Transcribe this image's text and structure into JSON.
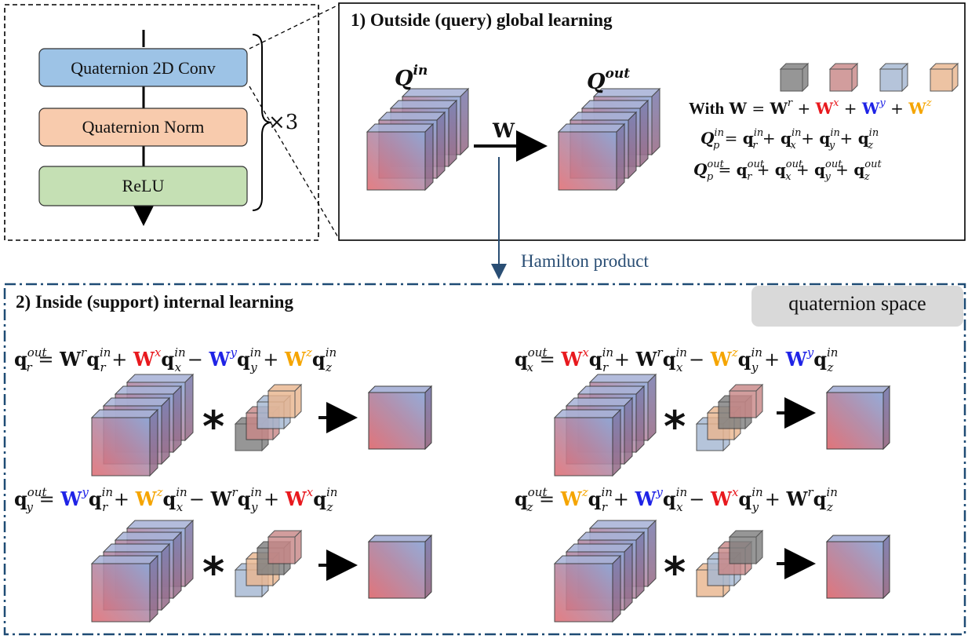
{
  "block": {
    "layers": [
      "Quaternion 2D Conv",
      "Quaternion Norm",
      "ReLU"
    ],
    "repeat_label": "×3"
  },
  "outside": {
    "title": "1) Outside (query) global learning",
    "q_in": "Q",
    "q_in_sup": "in",
    "q_out": "Q",
    "q_out_sup": "out",
    "weight_label": "W",
    "with_label": "With",
    "W_symbol": "W",
    "weight_parts": [
      {
        "sup": "r",
        "color": "#111111"
      },
      {
        "sup": "x",
        "color": "#e8191e"
      },
      {
        "sup": "y",
        "color": "#1f23e6"
      },
      {
        "sup": "z",
        "color": "#f5a500"
      }
    ],
    "legend_cube_colors": [
      "#808080",
      "#c98888",
      "#a6b8d2",
      "#eab690"
    ]
  },
  "hamilton_label": "Hamilton product",
  "inside": {
    "title": "2) Inside (support) internal learning",
    "space_badge": "quaternion space",
    "conv_symbol": "*"
  },
  "colors": {
    "dashdot_border": "#1e4b74",
    "arrow_blue": "#2a4e74",
    "conv_fill": "#9dc3e6",
    "norm_fill": "#f8cbad",
    "relu_fill": "#c5e0b4",
    "badge_fill": "#d9d9d9"
  }
}
